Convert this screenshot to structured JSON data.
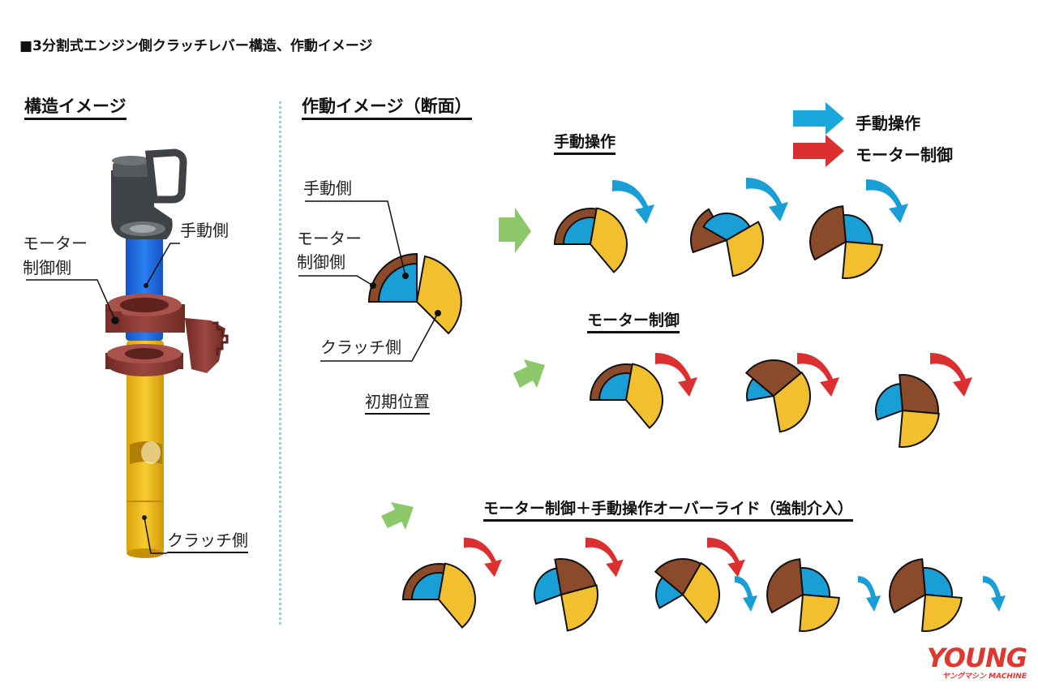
{
  "title": "■3分割式エンジン側クラッチレバー構造、作動イメージ",
  "structure": {
    "heading": "構造イメージ",
    "labels": {
      "motor_side": "モーター\n制御側",
      "manual_side": "手動側",
      "clutch_side": "クラッチ側"
    }
  },
  "operation": {
    "heading": "作動イメージ（断面）",
    "initial": {
      "caption": "初期位置",
      "labels": {
        "manual_side": "手動側",
        "motor_side": "モーター\n制御側",
        "clutch_side": "クラッチ側"
      }
    },
    "rows": [
      {
        "title": "手動操作",
        "steps": 3
      },
      {
        "title": "モーター制御",
        "steps": 3
      },
      {
        "title": "モーター制御＋手動操作オーバーライド（強制介入）",
        "steps": 5
      }
    ]
  },
  "legend": [
    {
      "label": "手動操作",
      "color": "#1aa7dc",
      "icon": "arrow-right-icon"
    },
    {
      "label": "モーター制御",
      "color": "#dc3030",
      "icon": "arrow-right-icon"
    }
  ],
  "colors": {
    "brown": "#8b4a2a",
    "blue": "#1a9ed6",
    "yellow": "#f2bf2f",
    "green": "#8cc86a",
    "motor_part": "#8e3b35",
    "manual_part": "#1f6fe0",
    "clutch_part": "#f2c01c",
    "divider": "#9fcfdc"
  },
  "brand": {
    "name": "YOUNG",
    "sub": "ヤングマシン MACHINE"
  }
}
